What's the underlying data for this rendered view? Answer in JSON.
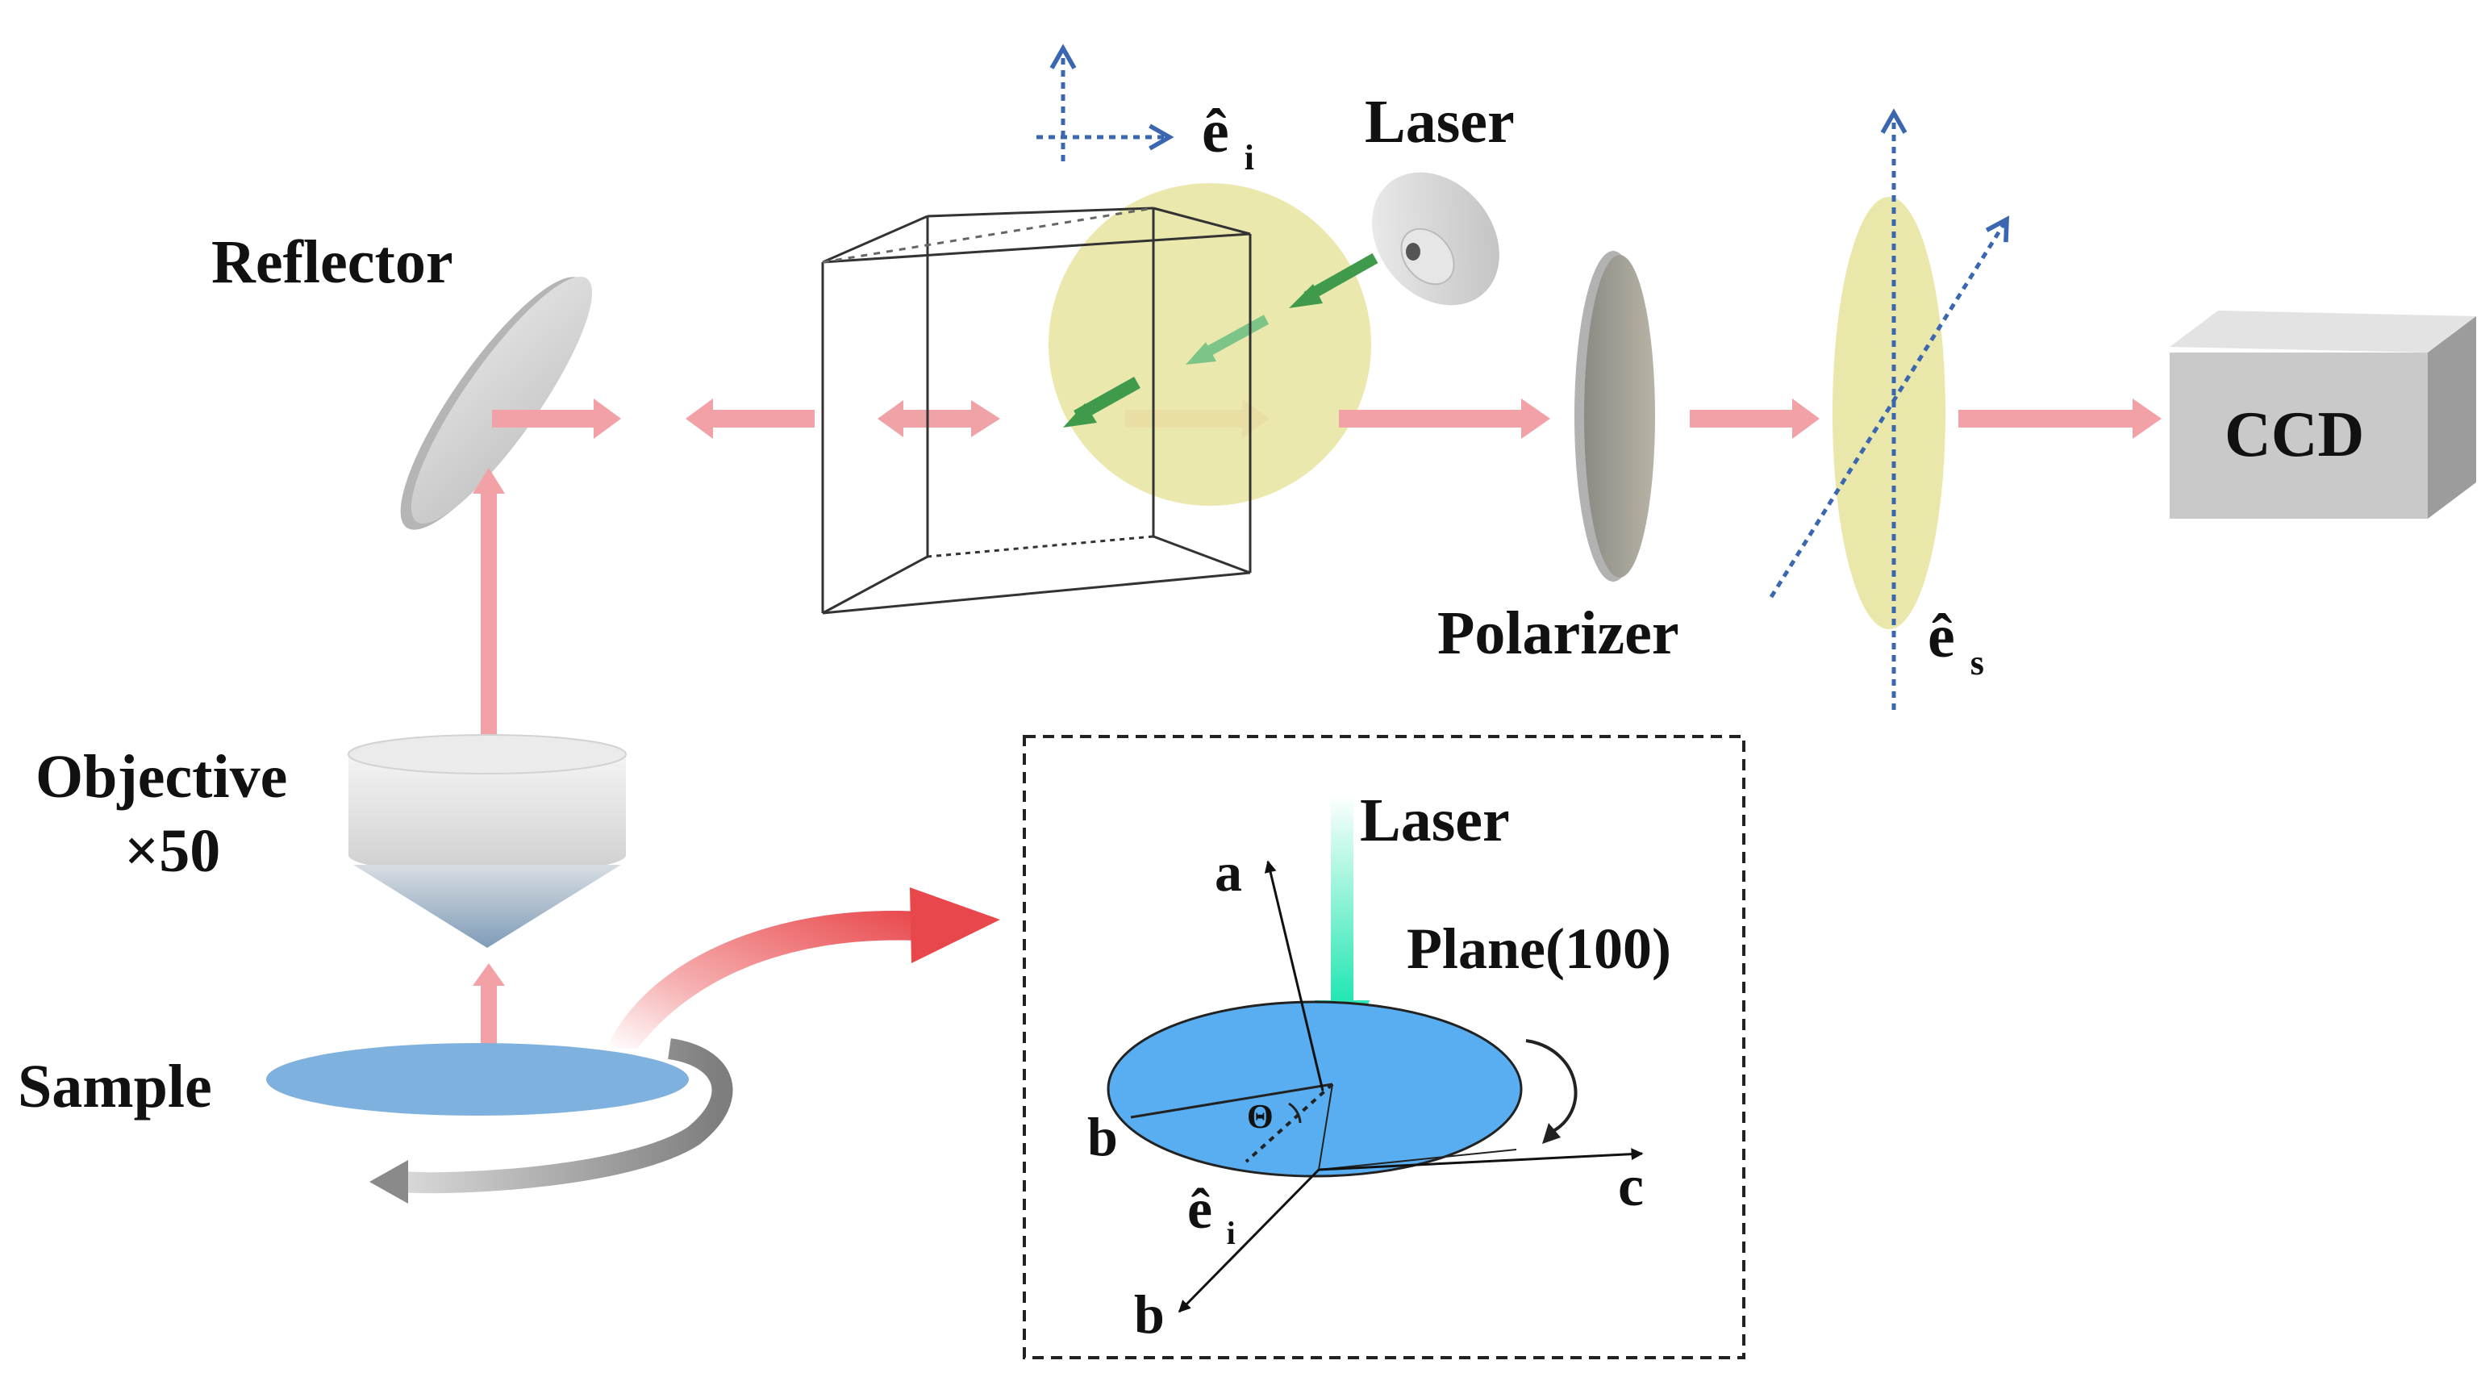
{
  "labels": {
    "reflector": "Reflector",
    "laser_top": "Laser",
    "polarizer": "Polarizer",
    "ccd": "CCD",
    "objective_line1": "Objective",
    "objective_line2": "×50",
    "sample": "Sample",
    "laser_inset": "Laser",
    "plane": "Plane(100)"
  },
  "symbols": {
    "e_i_top": "ê",
    "e_i_top_sub": "i",
    "e_s": "ê",
    "e_s_sub": "s",
    "e_i_inset": "ê",
    "e_i_inset_sub": "i",
    "theta": "Θ"
  },
  "axes": {
    "a": "a",
    "b_left": "b",
    "b_bottom": "b",
    "c": "c"
  },
  "colors": {
    "beam": "#f2a2a6",
    "green_beam": "#3f9a4c",
    "yellow_disc": "#e8e6a4",
    "sample_blue": "#7fb1df",
    "inset_plane_blue": "#58aef0",
    "dotted_blue": "#3a67b0",
    "curved_arrow_red": "#e8474b",
    "cyan_laser": "#2ee8b8",
    "ccd_gray": "#c9c9c9"
  }
}
